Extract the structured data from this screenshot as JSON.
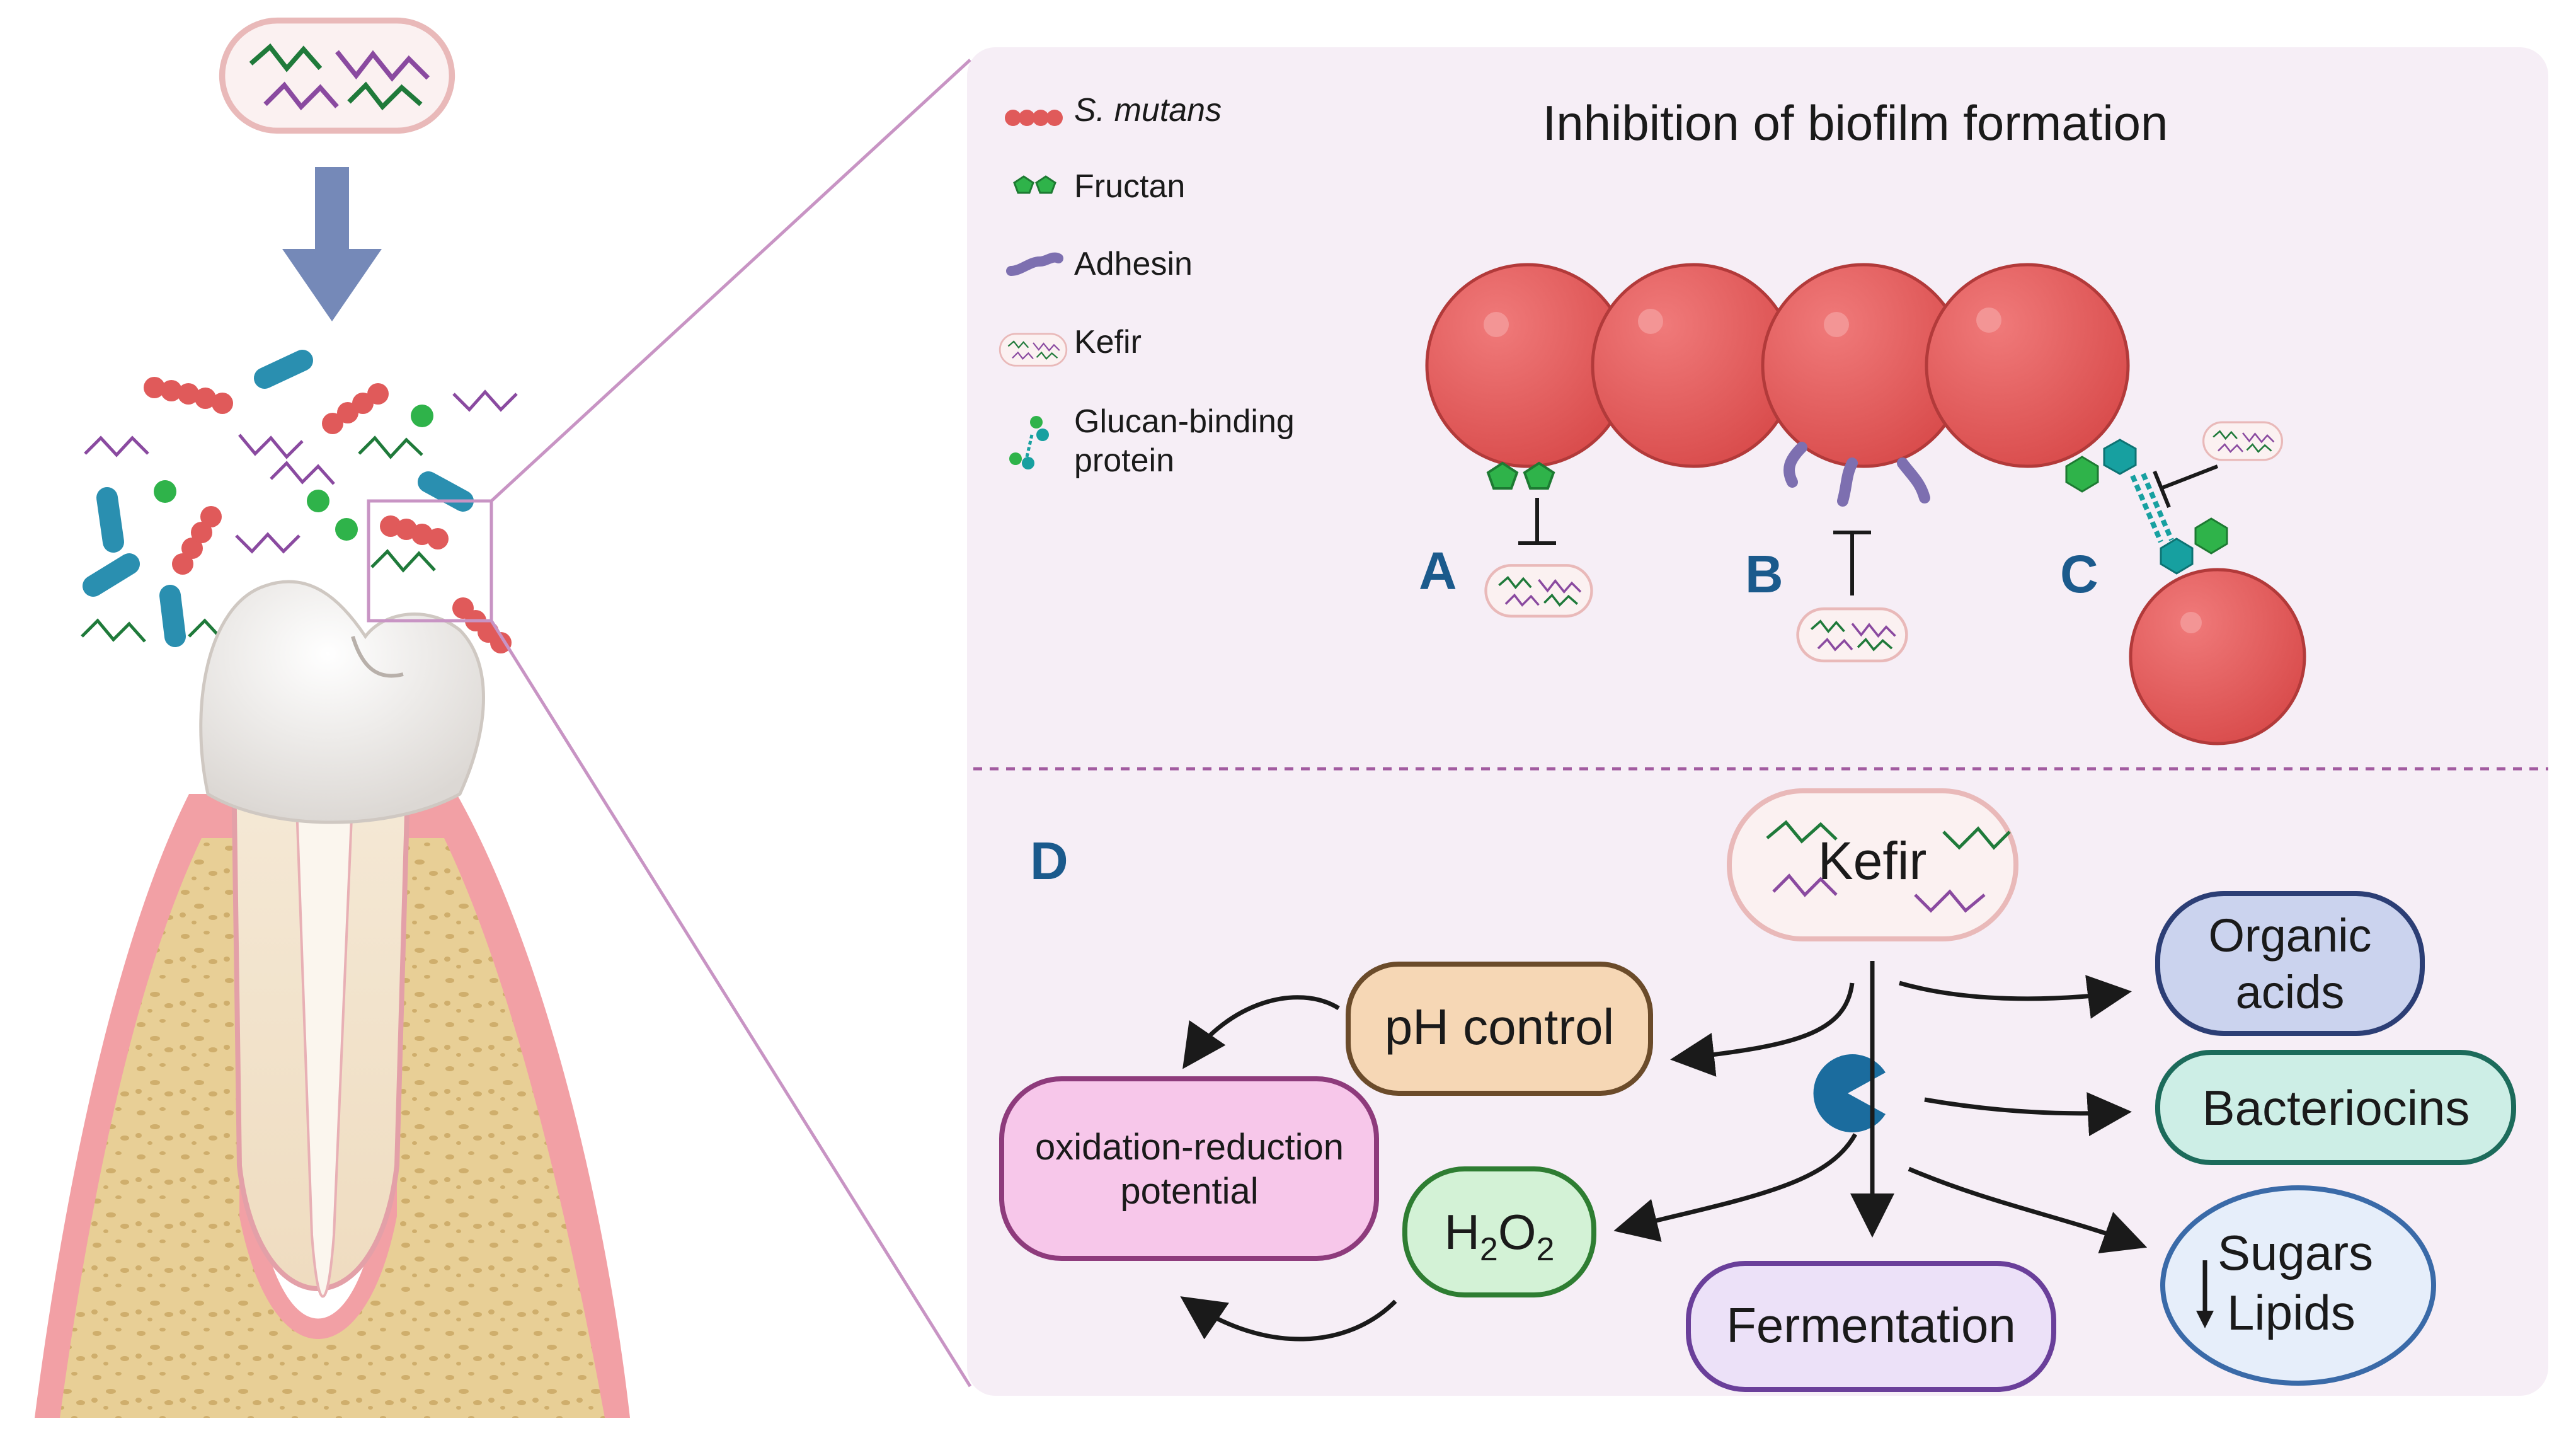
{
  "legend": {
    "items": [
      {
        "key": "s_mutans",
        "label": "S. mutans"
      },
      {
        "key": "fructan",
        "label": "Fructan"
      },
      {
        "key": "adhesin",
        "label": "Adhesin"
      },
      {
        "key": "kefir",
        "label": "Kefir"
      },
      {
        "key": "gbp",
        "label_line1": "Glucan-binding",
        "label_line2": "protein"
      }
    ]
  },
  "panel_top": {
    "title": "Inhibition of biofilm formation",
    "letters": {
      "a": "A",
      "b": "B",
      "c": "C"
    }
  },
  "panel_bottom": {
    "letter": "D",
    "kefir": "Kefir",
    "ph_control": "pH control",
    "redox_line1": "oxidation-reduction",
    "redox_line2": "potential",
    "h2o2": {
      "h": "H",
      "sub1": "2",
      "o": "O",
      "sub2": "2"
    },
    "fermentation": "Fermentation",
    "organic_line1": "Organic",
    "organic_line2": "acids",
    "bacteriocins": "Bacteriocins",
    "sugars": "Sugars",
    "lipids": "Lipids"
  },
  "colors": {
    "panel_bg": "#f6eef6",
    "sphere": "#e05a5a",
    "sphere_dark": "#b23a3a",
    "fructan": "#2fb34a",
    "adhesin": "#7d6fb0",
    "gbp": "#17a0a0",
    "letter": "#1b5a8c",
    "gum": "#f2a0a5",
    "bone": "#e8cf96",
    "blue_arrow": "#7589b8"
  }
}
